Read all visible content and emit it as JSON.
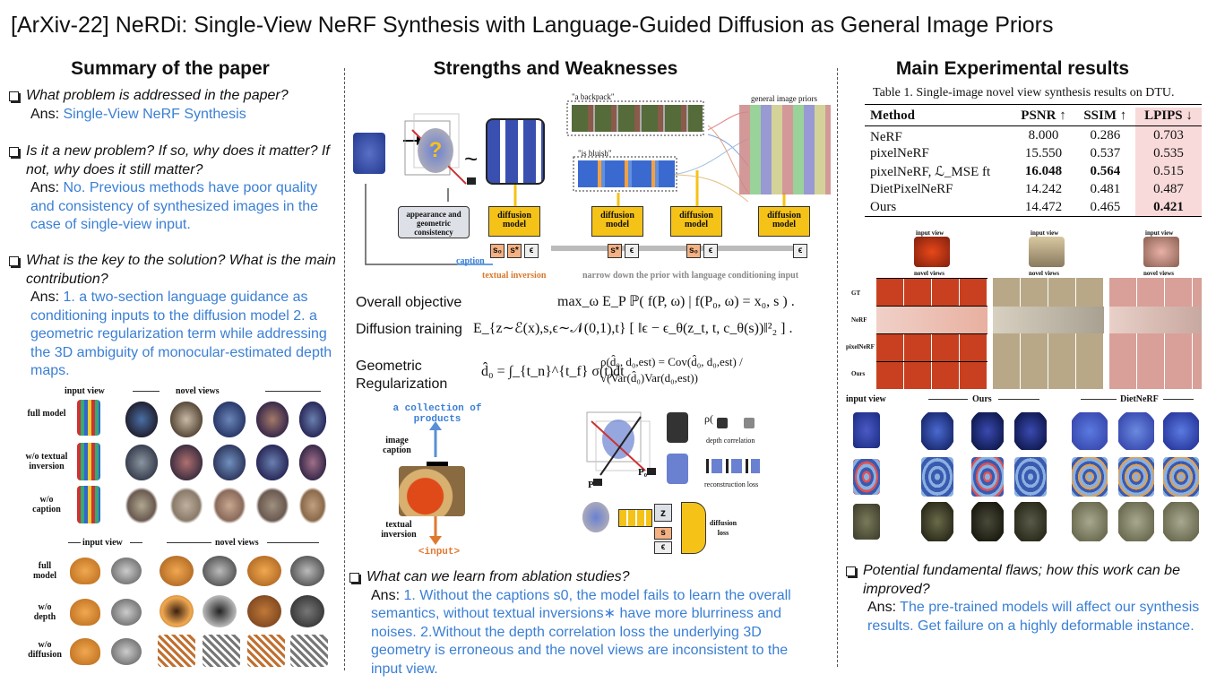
{
  "title": "[ArXiv-22] NeRDi: Single-View NeRF Synthesis with Language-Guided Diffusion as General Image Priors",
  "columns": {
    "summary": {
      "heading": "Summary of the paper",
      "questions": [
        {
          "q": "What problem is addressed in the paper?",
          "ans_prefix": "Ans:",
          "ans": "Single-View NeRF Synthesis"
        },
        {
          "q": "Is it a new problem? If so, why does it matter? If not, why does it still matter?",
          "ans_prefix": "Ans:",
          "ans": "No. Previous methods have poor quality and consistency of synthesized images in the case of single-view input."
        },
        {
          "q": "What is the key to the solution? What is the main contribution?",
          "ans_prefix": "Ans:",
          "ans": "1. a two-section language guidance as conditioning inputs to the diffusion model 2. a geometric regularization term while addressing the 3D ambiguity of monocular-estimated depth maps."
        }
      ],
      "ablation1": {
        "input_view": "input view",
        "novel_views": "novel views",
        "rows": [
          "full model",
          "w/o textual inversion",
          "w/o caption"
        ]
      },
      "ablation2": {
        "input_view": "input view",
        "novel_views": "novel views",
        "rows": [
          "full model",
          "w/o depth",
          "w/o diffusion"
        ]
      }
    },
    "strengths": {
      "heading": "Strengths and Weaknesses",
      "pipeline": {
        "prompt1": "\"a backpack\"",
        "prompt2": "\"is bluish\"",
        "priors_label": "general image priors",
        "consistency_box": "appearance and geometric consistency",
        "diffusion_label": "diffusion model",
        "caption_label": "caption",
        "textual_inversion_label": "textual inversion",
        "narrow_label": "narrow down the prior with language conditioning input",
        "tilde": "~",
        "token_s0": "s₀",
        "token_s_star": "s*",
        "token_eps": "ϵ"
      },
      "equations": [
        {
          "label": "Overall objective",
          "formula": "max_ω E_P ℙ( f(P, ω) | f(P₀, ω) = x₀, s ) ."
        },
        {
          "label": "Diffusion training",
          "formula": "E_{z∼ℰ(x),s,ϵ∼𝒩(0,1),t} [ ‖ϵ − ϵ_θ(z_t, t, c_θ(s))‖²₂ ] ."
        },
        {
          "label": "Geometric Regularization",
          "formula_left": "d̂₀ = ∫_{t_n}^{t_f} σ(t)dt",
          "formula_right": "ρ(d̂₀, d₀,est) = Cov(d̂₀, d₀,est) / √(Var(d̂₀)Var(d₀,est))"
        }
      ],
      "diagram2": {
        "collection": "a collection of products",
        "image_caption": "image caption",
        "textual_inversion": "textual inversion",
        "input_token": "<input>",
        "depth_corr": "depth correlation",
        "recon_loss": "reconstruction loss",
        "diffusion_loss": "diffusion loss",
        "p_label": "P",
        "p0_label": "P₀",
        "rho": "ρ(",
        "z": "z",
        "s": "s",
        "eps": "ϵ"
      },
      "question": {
        "q": "What can we learn from ablation studies?",
        "ans_prefix": "Ans:",
        "ans": "1. Without the captions s0, the model fails to learn the overall semantics, without textual inversions∗ have more blurriness and noises. 2.Without the depth correlation loss the underlying 3D geometry is erroneous and the novel views are inconsistent to the input view."
      }
    },
    "results": {
      "heading": "Main Experimental results",
      "table_caption": "Table 1. Single-image novel view synthesis results on DTU.",
      "table_headers": [
        "Method",
        "PSNR ↑",
        "SSIM ↑",
        "LPIPS ↓"
      ],
      "table_rows": [
        {
          "method": "NeRF",
          "psnr": "8.000",
          "ssim": "0.286",
          "lpips": "0.703"
        },
        {
          "method": "pixelNeRF",
          "psnr": "15.550",
          "ssim": "0.537",
          "lpips": "0.535"
        },
        {
          "method": "pixelNeRF, ℒ_MSE ft",
          "psnr": "16.048",
          "ssim": "0.564",
          "lpips": "0.515"
        },
        {
          "method": "DietPixelNeRF",
          "psnr": "14.242",
          "ssim": "0.481",
          "lpips": "0.487"
        },
        {
          "method": "Ours",
          "psnr": "14.472",
          "ssim": "0.465",
          "lpips": "0.421"
        }
      ],
      "dtu_labels": {
        "input_view": "input view",
        "novel_views": "novel views",
        "rows": [
          "GT",
          "NeRF",
          "pixelNeRF",
          "Ours"
        ]
      },
      "comparison_labels": {
        "input_view": "input view",
        "ours": "Ours",
        "diet": "DietNeRF"
      },
      "question": {
        "q": "Potential fundamental flaws; how this work can be improved?",
        "ans_prefix": "Ans:",
        "ans": "The pre-trained models will affect our synthesis results. Get failure on a highly deformable instance."
      }
    }
  },
  "colors": {
    "answer": "#3a7fd5",
    "highlight": "#f9dada",
    "diffusion": "#f5c218",
    "token": "#f4b183"
  }
}
